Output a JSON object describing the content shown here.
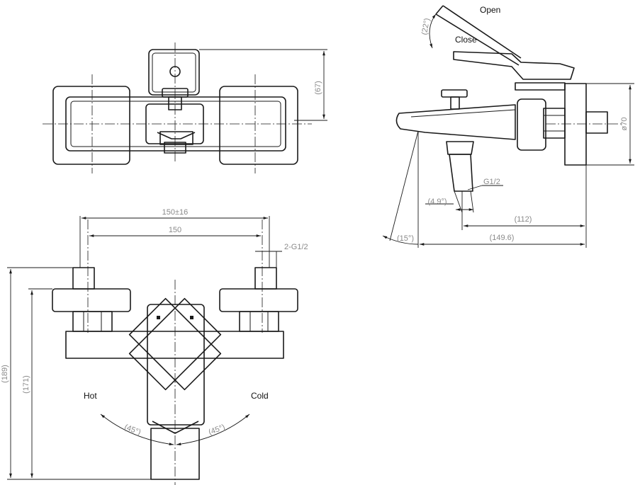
{
  "labels": {
    "open": "Open",
    "close": "Close",
    "hot": "Hot",
    "cold": "Cold",
    "thread_g12": "G1/2",
    "thread_2g12": "2-G1/2"
  },
  "dimensions": {
    "top_height": "(67)",
    "side_angle_open": "(22°)",
    "side_diameter": "ø70",
    "side_angle_spout": "(4.9°)",
    "side_112": "(112)",
    "side_1496": "(149.6)",
    "side_angle_15": "(15°)",
    "front_centers_tol": "150±16",
    "front_centers": "150",
    "front_189": "(189)",
    "front_171": "(171)",
    "front_45_left": "(45°)",
    "front_45_right": "(45°)"
  },
  "colors": {
    "line": "#1a1a1a",
    "dim_text": "#8a8a8a"
  }
}
